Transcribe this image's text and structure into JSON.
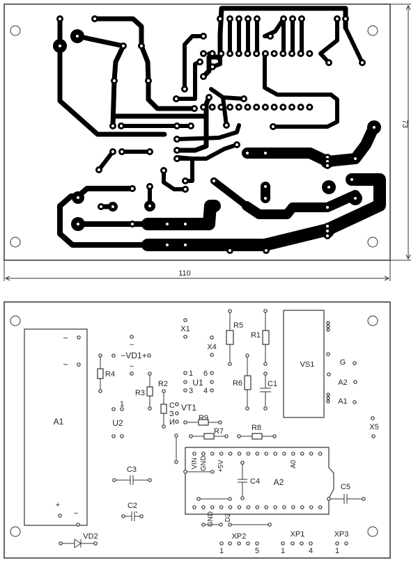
{
  "pcb_top": {
    "title": "copper-layer",
    "dimensions": {
      "width_label": "110",
      "height_label": "73"
    }
  },
  "pcb_bottom": {
    "title": "component-placement",
    "components": {
      "A1": "A1",
      "A1_ac1": "~",
      "A1_ac2": "~",
      "A1_plus": "+",
      "A1_minus": "−",
      "R4": "R4",
      "VD1": "−VD1+",
      "VD1_ac_top": "~",
      "VD1_ac_bottom": "~",
      "R3": "R3",
      "R2": "R2",
      "U2": "U2",
      "U2_pin1": "1",
      "VT1": "VT1",
      "VT1_C": "C",
      "VT1_Z": "З",
      "VT1_I": "И",
      "X1": "X1",
      "X4": "X4",
      "U1": "U1",
      "U1_p1": "1",
      "U1_p3": "3",
      "U1_p4": "4",
      "U1_p6": "6",
      "R5": "R5",
      "R1": "R1",
      "R6": "R6",
      "C1": "C1",
      "VS1": "VS1",
      "G": "G",
      "A2_pin": "A2",
      "A1_pin": "A1",
      "X5": "X5",
      "R9": "R9",
      "R7": "R7",
      "R8": "R8",
      "C3": "C3",
      "C2": "C2",
      "VD2": "VD2",
      "A2": "A2",
      "VIN": "VIN",
      "GND_top": "GND",
      "V5": "+5V",
      "A0": "A0",
      "C4": "C4",
      "C5": "C5",
      "GND_bottom": "GND",
      "D2": "D2",
      "XP2": "XP2",
      "XP2_first": "1",
      "XP2_last": "5",
      "XP1": "XP1",
      "XP1_first": "1",
      "XP1_last": "4",
      "XP3": "XP3",
      "XP3_first": "1"
    }
  }
}
